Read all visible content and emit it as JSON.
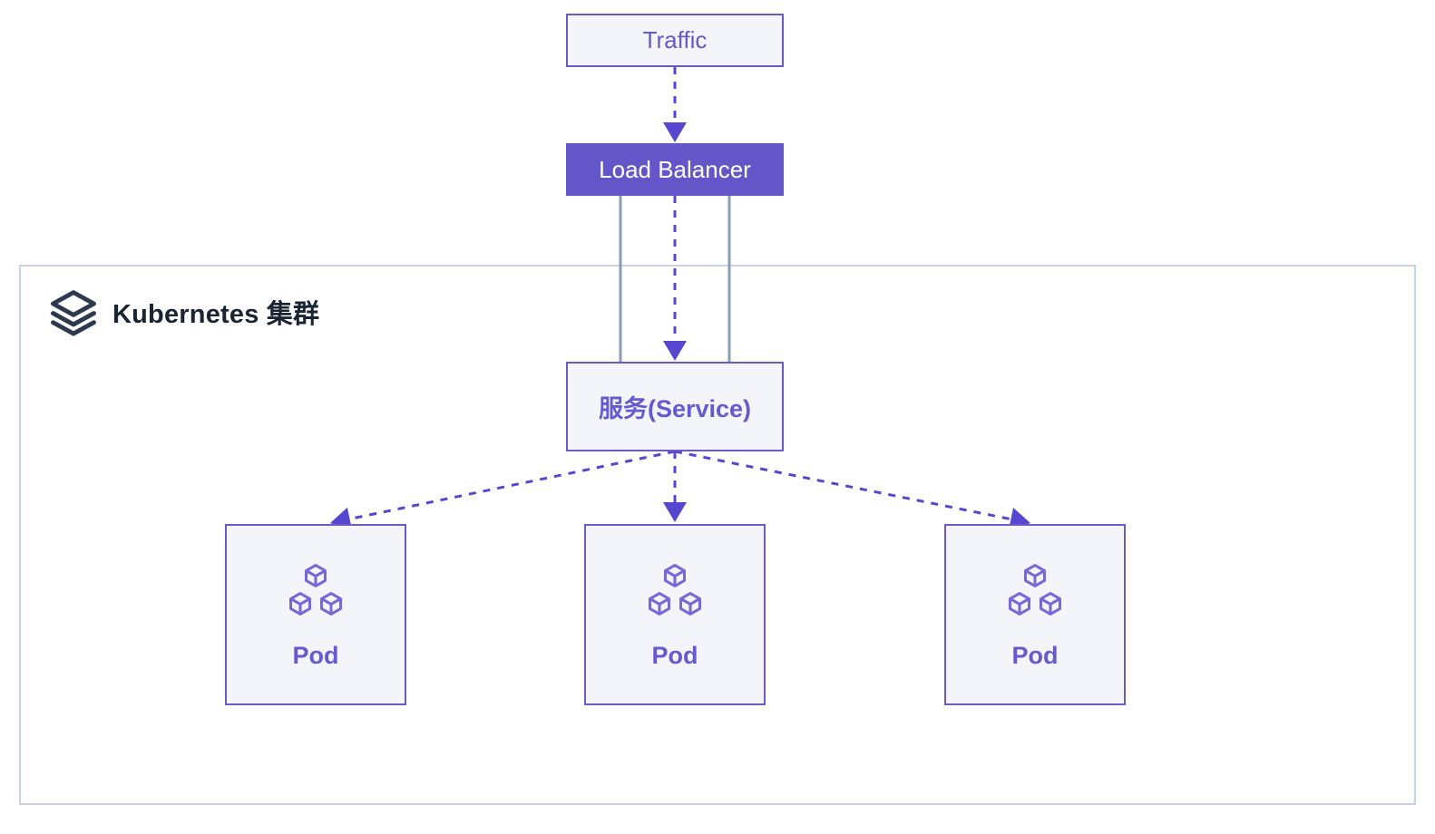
{
  "diagram": {
    "traffic": {
      "label": "Traffic"
    },
    "load_balancer": {
      "label": "Load Balancer"
    },
    "cluster": {
      "label": "Kubernetes 集群",
      "icon": "layers-icon"
    },
    "service": {
      "label": "服务(Service)"
    },
    "pods": [
      {
        "label": "Pod",
        "icon": "cubes-icon"
      },
      {
        "label": "Pod",
        "icon": "cubes-icon"
      },
      {
        "label": "Pod",
        "icon": "cubes-icon"
      }
    ]
  },
  "colors": {
    "background": "#ffffff",
    "accent_purple": "#6c5ac6",
    "node_fill": "#f4f4fb",
    "load_balancer_fill": "#6456c8",
    "arrow_purple": "#5747d0",
    "link_gray": "#8c9cb4",
    "cluster_border": "#c8d2e0",
    "node_text_purple": "#6759ce",
    "cluster_text": "#1a2433",
    "cluster_icon": "#2d3a4d",
    "cube_icon": "#7767d8"
  }
}
